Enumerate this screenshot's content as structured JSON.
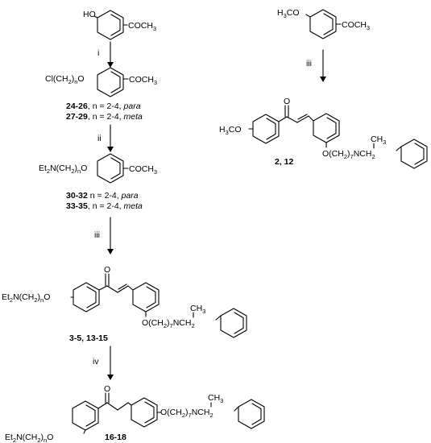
{
  "structures": {
    "hydroxy_acetophenone": {
      "ho": "HO",
      "acyl": "COCH",
      "acyl_sub": "3"
    },
    "methoxy_acetophenone": {
      "meo": "H",
      "meo_sub": "3",
      "meo_rest": "CO",
      "acyl": "COCH",
      "acyl_sub": "3"
    },
    "chloro_ether": {
      "a": "Cl(CH",
      "a_sub": "2",
      "b": ")",
      "b_sub": "n",
      "c": "O",
      "acyl": "COCH",
      "acyl_sub": "3"
    },
    "amino_ether": {
      "a": "Et",
      "a_sub": "2",
      "b": "N(CH",
      "b_sub": "2",
      "c": ")",
      "c_sub": "n",
      "d": "O",
      "acyl": "COCH",
      "acyl_sub": "3"
    },
    "chalcone_top": {
      "oxygen": "O",
      "meo": "H",
      "meo_sub": "3",
      "meo_rest": "CO",
      "chain_a": "O(CH",
      "chain_a_sub": "2",
      "chain_b": ")",
      "chain_b_sub": "7",
      "chain_c": "NCH",
      "chain_c_sub": "2",
      "methyl": "CH",
      "methyl_sub": "3"
    },
    "chalcone_mid": {
      "oxygen": "O",
      "amine_a": "Et",
      "amine_a_sub": "2",
      "amine_b": "N(CH",
      "amine_b_sub": "2",
      "amine_c": ")",
      "amine_c_sub": "n",
      "amine_d": "O",
      "chain_a": "O(CH",
      "chain_a_sub": "2",
      "chain_b": ")",
      "chain_b_sub": "7",
      "chain_c": "NCH",
      "chain_c_sub": "2",
      "methyl": "CH",
      "methyl_sub": "3"
    },
    "propanone_bottom": {
      "oxygen": "O",
      "amine_a": "Et",
      "amine_a_sub": "2",
      "amine_b": "N(CH",
      "amine_b_sub": "2",
      "amine_c": ")",
      "amine_c_sub": "n",
      "amine_d": "O",
      "chain_a": "O(CH",
      "chain_a_sub": "2",
      "chain_b": ")",
      "chain_b_sub": "7",
      "chain_c": "NCH",
      "chain_c_sub": "2",
      "methyl": "CH",
      "methyl_sub": "3"
    }
  },
  "steps": {
    "i": "i",
    "ii": "ii",
    "iii_left": "iii",
    "iii_right": "iii",
    "iv": "iv"
  },
  "compounds": {
    "c24_26": {
      "id": "24-26",
      "text": ", n = 2-4, ",
      "pos": "para"
    },
    "c27_29": {
      "id": "27-29",
      "text": ", n = 2-4, ",
      "pos": "meta"
    },
    "c30_32": {
      "id": "30-32",
      "text": " n = 2-4, ",
      "pos": "para"
    },
    "c33_35": {
      "id": "33-35",
      "text": ", n = 2-4, ",
      "pos": "meta"
    },
    "c2_12": {
      "id": "2, 12"
    },
    "c3_5": {
      "id": "3-5, 13-15"
    },
    "c16_18": {
      "id": "16-18"
    }
  }
}
